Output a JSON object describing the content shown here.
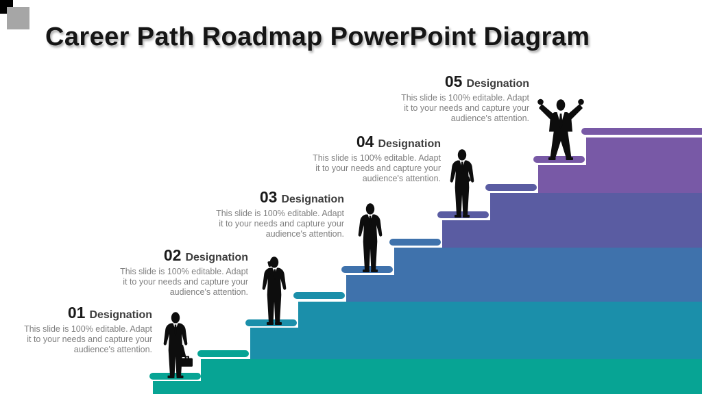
{
  "slide": {
    "title": "Career Path Roadmap PowerPoint Diagram",
    "decor": {
      "black_square": "#000000",
      "gray_square": "#a6a6a6"
    },
    "background": "#ffffff",
    "silhouette_color": "#0d0d0d"
  },
  "steps": [
    {
      "number": "01",
      "label": "Designation",
      "desc_lines": [
        "This slide is 100% editable. Adapt",
        "it to your  needs and capture your",
        "audience's attention."
      ],
      "color": "#07a494",
      "figure": "businessman-briefcase"
    },
    {
      "number": "02",
      "label": "Designation",
      "desc_lines": [
        "This slide is 100% editable. Adapt",
        "it to your  needs and capture your",
        "audience's attention."
      ],
      "color": "#1b8faa",
      "figure": "businessman-phone"
    },
    {
      "number": "03",
      "label": "Designation",
      "desc_lines": [
        "This slide is 100% editable. Adapt",
        "it to your  needs and capture your",
        "audience's attention."
      ],
      "color": "#3f72ac",
      "figure": "businessman-standing"
    },
    {
      "number": "04",
      "label": "Designation",
      "desc_lines": [
        "This slide is 100% editable. Adapt",
        "it to your  needs and capture your",
        "audience's attention."
      ],
      "color": "#5a5ca2",
      "figure": "businessman-hand-in-pocket"
    },
    {
      "number": "05",
      "label": "Designation",
      "desc_lines": [
        "This slide is 100% editable. Adapt",
        "it to your  needs and capture your",
        "audience's attention."
      ],
      "color": "#7859a6",
      "figure": "businessman-victory"
    }
  ]
}
